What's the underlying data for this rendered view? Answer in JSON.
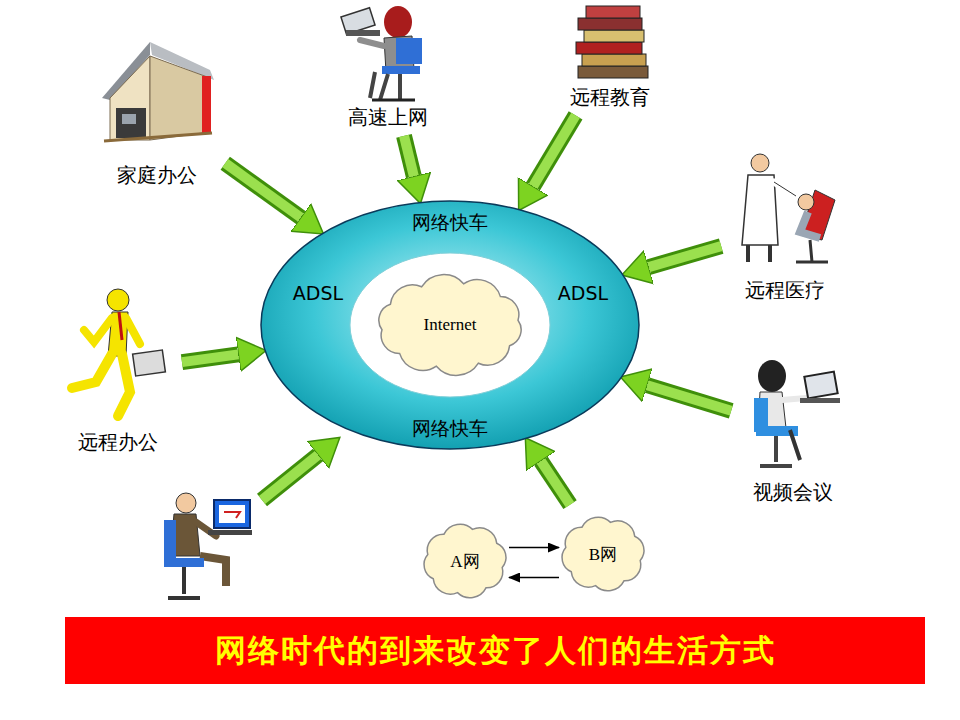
{
  "diagram": {
    "caption": "网络时代的到来改变了人们的生活方式",
    "nodes": [
      {
        "text": [
          "高速上网"
        ]
      },
      {
        "text": [
          "远程教育"
        ]
      },
      {
        "text": [
          "家庭办公"
        ]
      },
      {
        "text": [
          "网络快车",
          "ADSL",
          "ADSL",
          "网络快车"
        ]
      },
      {
        "text": [
          "Internet"
        ],
        "in": 3
      },
      {
        "text": [
          "远程医疗"
        ]
      },
      {
        "text": [
          "远程办公"
        ]
      },
      {
        "text": [
          "视频会议"
        ]
      },
      {
        "text": [
          "A网"
        ]
      },
      {
        "text": [
          "B网"
        ]
      }
    ],
    "edges": [
      {
        "from": 0,
        "to": 3,
        "arrow": "to"
      },
      {
        "from": 1,
        "to": 3,
        "arrow": "to"
      },
      {
        "from": 2,
        "to": 3,
        "arrow": "to"
      },
      {
        "from": 5,
        "to": 3,
        "arrow": "to"
      },
      {
        "from": 6,
        "to": 3,
        "arrow": "to"
      },
      {
        "from": 7,
        "to": 3,
        "arrow": "to"
      },
      {
        "from": 9,
        "to": 3,
        "arrow": "to"
      },
      {
        "from": 8,
        "to": 9,
        "arrow": "to"
      },
      {
        "from": 9,
        "to": 8,
        "arrow": "to"
      }
    ]
  }
}
